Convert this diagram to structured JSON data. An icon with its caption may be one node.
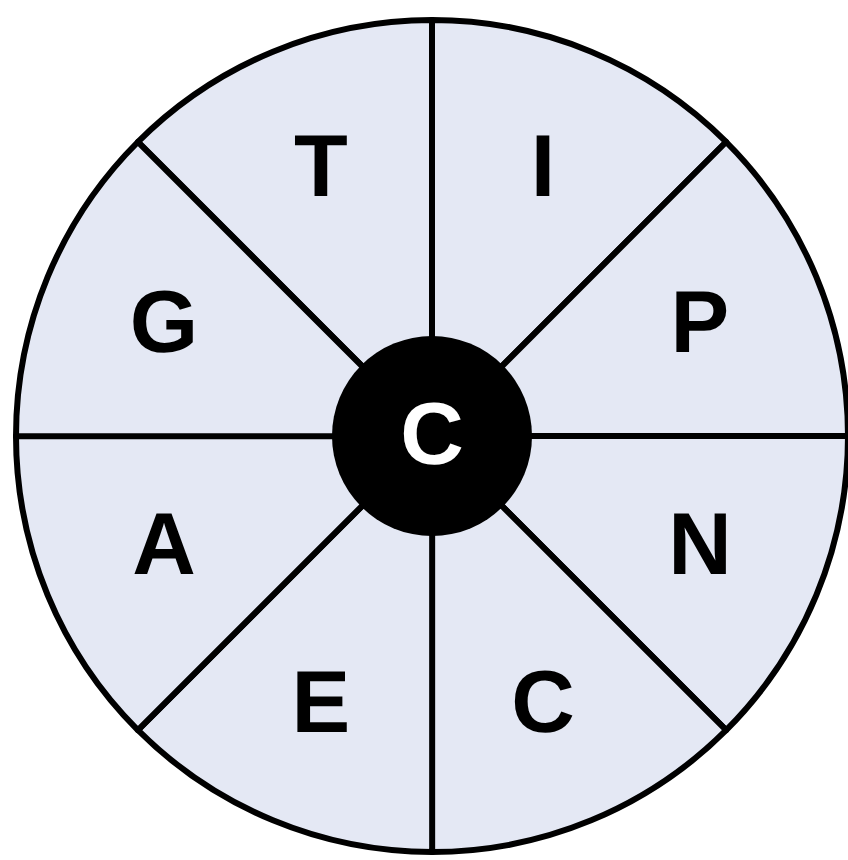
{
  "diagram": {
    "nodes": [
      {
        "text": [
          "T"
        ]
      },
      {
        "text": [
          "I"
        ]
      },
      {
        "text": [
          "P"
        ]
      },
      {
        "text": [
          "N"
        ]
      },
      {
        "text": [
          "C"
        ]
      },
      {
        "text": [
          "E"
        ]
      },
      {
        "text": [
          "A"
        ]
      },
      {
        "text": [
          "G"
        ]
      },
      {
        "text": [
          "C"
        ]
      }
    ]
  }
}
